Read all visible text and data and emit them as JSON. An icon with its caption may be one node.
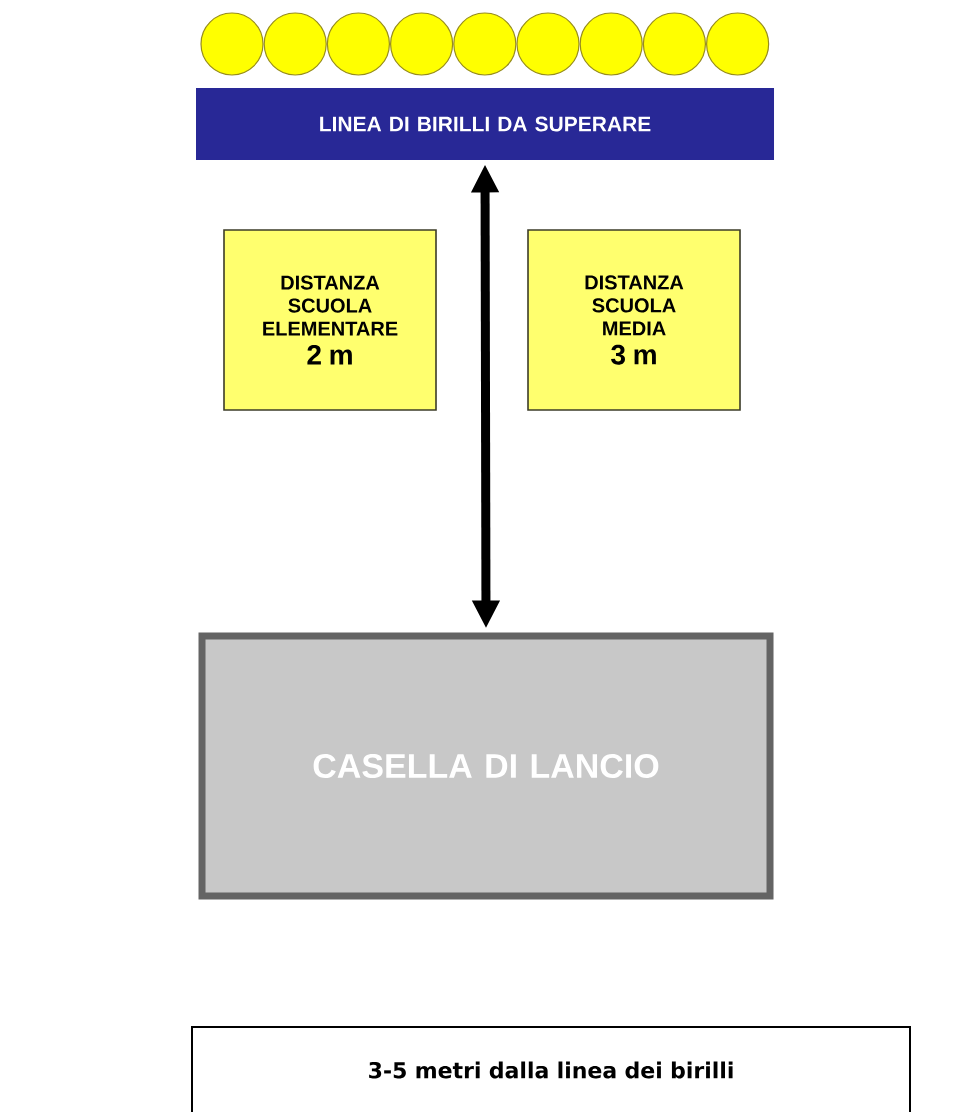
{
  "diagram": {
    "nodes": [
      {
        "text": [],
        "shape": "circle"
      },
      {
        "text": [],
        "shape": "circle"
      },
      {
        "text": [],
        "shape": "circle"
      },
      {
        "text": [],
        "shape": "circle"
      },
      {
        "text": [],
        "shape": "circle"
      },
      {
        "text": [],
        "shape": "circle"
      },
      {
        "text": [],
        "shape": "circle"
      },
      {
        "text": [],
        "shape": "circle"
      },
      {
        "text": [],
        "shape": "circle"
      },
      {
        "text": [
          "LINEA DI BIRILLI DA SUPERARE"
        ]
      },
      {
        "text": [
          "DISTANZA SCUOLA ELEMENTARE",
          "2 m"
        ]
      },
      {
        "text": [
          "DISTANZA SCUOLA MEDIA",
          "3 m"
        ]
      },
      {
        "text": [
          "CASELLA DI LANCIO"
        ]
      },
      {
        "text": [
          "3-5 metri dalla linea dei birilli"
        ]
      }
    ],
    "edges": [
      {
        "from": 9,
        "to": 12,
        "arrow": "both"
      }
    ]
  }
}
